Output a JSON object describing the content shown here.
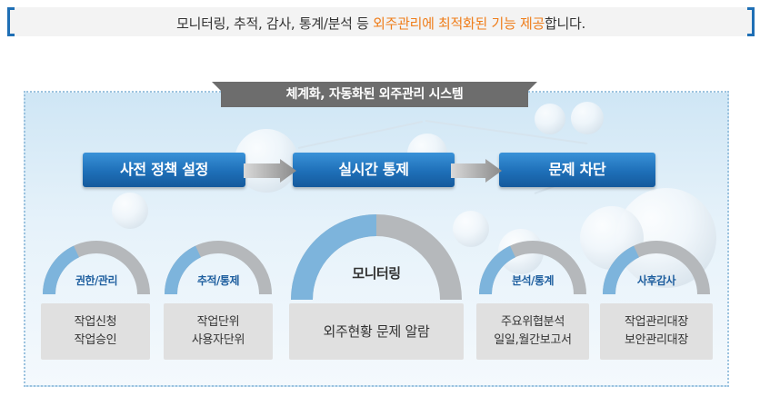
{
  "banner": {
    "text_before": "모니터링, 추적, 감사, 통계/분석 등 ",
    "text_highlight": "외주관리에 최적화된 기능 제공",
    "text_after": "합니다.",
    "highlight_color": "#ef7d1a",
    "bracket_color": "#1f6fb5"
  },
  "panel": {
    "title": "체계화, 자동화된 외주관리 시스템"
  },
  "stages": [
    {
      "label": "사전 정책 설정"
    },
    {
      "label": "실시간 통제"
    },
    {
      "label": "문제 차단"
    }
  ],
  "functions": [
    {
      "gauge_label": "권한/관리",
      "lines": [
        "작업신청",
        "작업승인"
      ]
    },
    {
      "gauge_label": "추적/통제",
      "lines": [
        "작업단위",
        "사용자단위"
      ]
    },
    {
      "gauge_label": "모니터링",
      "lines": [
        "외주현황 문제 알람"
      ]
    },
    {
      "gauge_label": "분석/통계",
      "lines": [
        "주요위협분석",
        "일일,월간보고서"
      ]
    },
    {
      "gauge_label": "사후감사",
      "lines": [
        "작업관리대장",
        "보안관리대장"
      ]
    }
  ],
  "colors": {
    "stage_blue": "#1e6fb8",
    "gauge_blue": "#7db4dc",
    "gauge_gray": "#b5b8bb",
    "box_gray": "#e0e0e0",
    "title_gray": "#6d6d6d"
  }
}
